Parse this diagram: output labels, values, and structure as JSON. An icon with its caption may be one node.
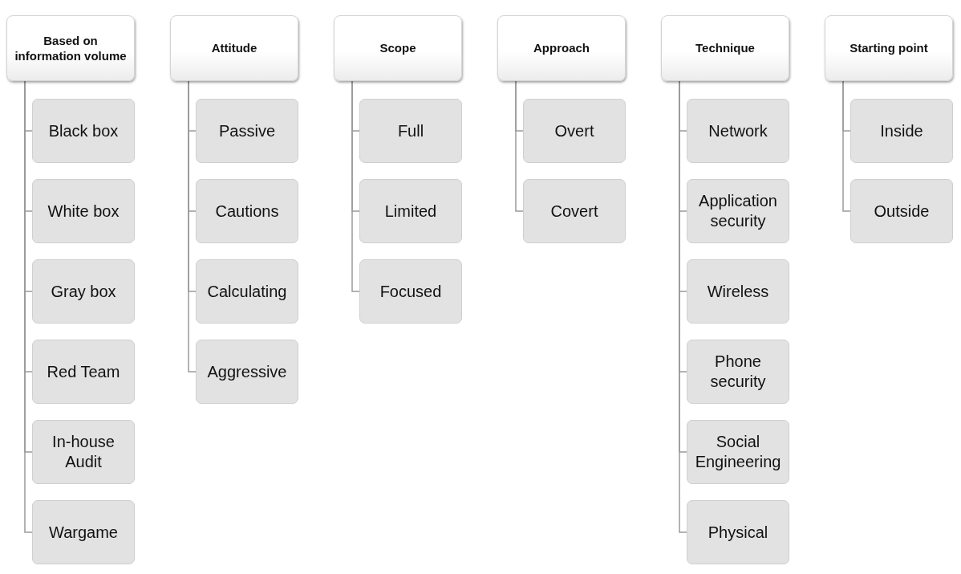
{
  "diagram": {
    "nodes": [
      {
        "text": [
          "Based on information volume"
        ]
      },
      {
        "text": [
          "Black box"
        ]
      },
      {
        "text": [
          "White box"
        ]
      },
      {
        "text": [
          "Gray box"
        ]
      },
      {
        "text": [
          "Red Team"
        ]
      },
      {
        "text": [
          "In-house Audit"
        ]
      },
      {
        "text": [
          "Wargame"
        ]
      },
      {
        "text": [
          "Attitude"
        ]
      },
      {
        "text": [
          "Passive"
        ]
      },
      {
        "text": [
          "Cautions"
        ]
      },
      {
        "text": [
          "Calculating"
        ]
      },
      {
        "text": [
          "Aggressive"
        ]
      },
      {
        "text": [
          "Scope"
        ]
      },
      {
        "text": [
          "Full"
        ]
      },
      {
        "text": [
          "Limited"
        ]
      },
      {
        "text": [
          "Focused"
        ]
      },
      {
        "text": [
          "Approach"
        ]
      },
      {
        "text": [
          "Overt"
        ]
      },
      {
        "text": [
          "Covert"
        ]
      },
      {
        "text": [
          "Technique"
        ]
      },
      {
        "text": [
          "Network"
        ]
      },
      {
        "text": [
          "Application security"
        ]
      },
      {
        "text": [
          "Wireless"
        ]
      },
      {
        "text": [
          "Phone security"
        ]
      },
      {
        "text": [
          "Social Engineering"
        ]
      },
      {
        "text": [
          "Physical"
        ]
      },
      {
        "text": [
          "Starting point"
        ]
      },
      {
        "text": [
          "Inside"
        ]
      },
      {
        "text": [
          "Outside"
        ]
      }
    ],
    "edges": [
      {
        "from": 0,
        "to": 1,
        "arrow": "none"
      },
      {
        "from": 0,
        "to": 2,
        "arrow": "none"
      },
      {
        "from": 0,
        "to": 3,
        "arrow": "none"
      },
      {
        "from": 0,
        "to": 4,
        "arrow": "none"
      },
      {
        "from": 0,
        "to": 5,
        "arrow": "none"
      },
      {
        "from": 0,
        "to": 6,
        "arrow": "none"
      },
      {
        "from": 7,
        "to": 8,
        "arrow": "none"
      },
      {
        "from": 7,
        "to": 9,
        "arrow": "none"
      },
      {
        "from": 7,
        "to": 10,
        "arrow": "none"
      },
      {
        "from": 7,
        "to": 11,
        "arrow": "none"
      },
      {
        "from": 12,
        "to": 13,
        "arrow": "none"
      },
      {
        "from": 12,
        "to": 14,
        "arrow": "none"
      },
      {
        "from": 12,
        "to": 15,
        "arrow": "none"
      },
      {
        "from": 16,
        "to": 17,
        "arrow": "none"
      },
      {
        "from": 16,
        "to": 18,
        "arrow": "none"
      },
      {
        "from": 19,
        "to": 20,
        "arrow": "none"
      },
      {
        "from": 19,
        "to": 21,
        "arrow": "none"
      },
      {
        "from": 19,
        "to": 22,
        "arrow": "none"
      },
      {
        "from": 19,
        "to": 23,
        "arrow": "none"
      },
      {
        "from": 19,
        "to": 24,
        "arrow": "none"
      },
      {
        "from": 19,
        "to": 25,
        "arrow": "none"
      },
      {
        "from": 26,
        "to": 27,
        "arrow": "none"
      },
      {
        "from": 26,
        "to": 28,
        "arrow": "none"
      }
    ]
  }
}
